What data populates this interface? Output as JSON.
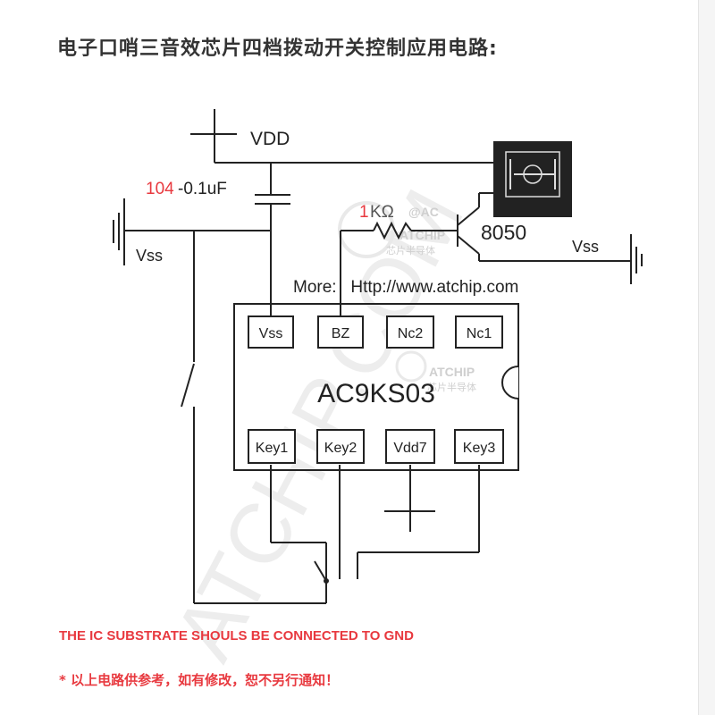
{
  "title": "电子口哨三音效芯片四档拨动开关控制应用电路:",
  "diagram": {
    "vdd_label": "VDD",
    "capacitor_code": "104",
    "capacitor_value": "-0.1uF",
    "resistor_prefix": "1",
    "resistor_suffix": "KΩ",
    "transistor_label": "8050",
    "vss_left_label": "Vss",
    "vss_right_label": "Vss",
    "more_text": "More:   Http://www.atchip.com",
    "chip_name": "AC9KS03",
    "pins_top": [
      "Vss",
      "BZ",
      "Nc2",
      "Nc1"
    ],
    "pins_bottom": [
      "Key1",
      "Key2",
      "Vdd7",
      "Key3"
    ],
    "watermark_brand": "ATCHIP",
    "watermark_cn": "芯片半导体",
    "watermark_big": "ATCHIP.COM",
    "watermark_ac": "@AC"
  },
  "warning": "THE IC SUBSTRATE SHOULS BE CONNECTED TO GND",
  "note": "* 以上电路供参考，如有修改，恕不另行通知！",
  "colors": {
    "accent_red": "#e8393f",
    "line": "#222222"
  }
}
